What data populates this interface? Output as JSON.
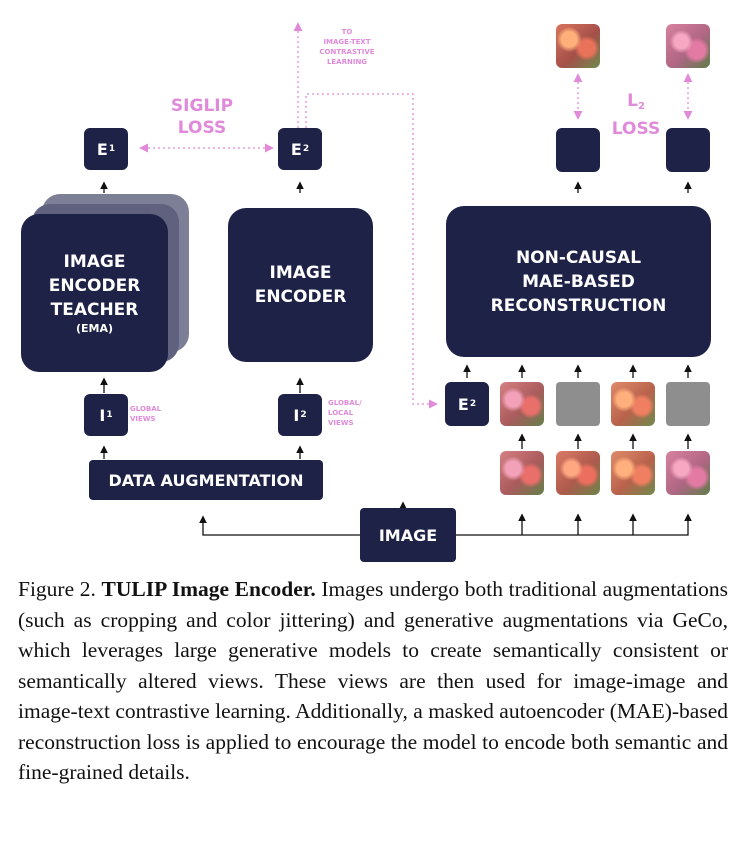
{
  "diagram": {
    "e1": "E",
    "e1_sub": "1",
    "e2": "E",
    "e2_sub": "2",
    "e2_recon": "E",
    "e2_recon_sub": "2",
    "i1": "I",
    "i1_sub": "1",
    "i2": "I",
    "i2_sub": "2",
    "teacher_lines": [
      "IMAGE",
      "ENCODER",
      "TEACHER"
    ],
    "teacher_ema": "(EMA)",
    "encoder_lines": [
      "IMAGE",
      "ENCODER"
    ],
    "recon_lines": [
      "NON-CAUSAL",
      "MAE-BASED",
      "RECONSTRUCTION"
    ],
    "data_augmentation": "DATA AUGMENTATION",
    "image": "IMAGE",
    "siglip_loss_lines": [
      "SIGLIP",
      "LOSS"
    ],
    "l2": "L",
    "l2_sub": "2",
    "l2_loss": "LOSS",
    "global_views_lines": [
      "GLOBAL",
      "VIEWS"
    ],
    "global_local_views_lines": [
      "GLOBAL/",
      "LOCAL",
      "VIEWS"
    ],
    "contrastive_lines": [
      "TO",
      "IMAGE-TEXT",
      "CONTRASTIVE",
      "LEARNING"
    ]
  },
  "caption": {
    "prefix": "Figure 2. ",
    "title": "TULIP Image Encoder.",
    "body": " Images undergo both traditional augmentations (such as cropping and color jittering) and generative augmentations via GeCo, which leverages large generative models to create semantically consistent or semantically altered views. These views are then used for image-image and image-text contrastive learning. Additionally, a masked autoencoder (MAE)-based reconstruction loss is applied to encourage the model to encode both semantic and fine-grained details."
  },
  "colors": {
    "navy": "#1d2246",
    "pink": "#e08ad9",
    "mask_gray": "#8e8e8e"
  }
}
